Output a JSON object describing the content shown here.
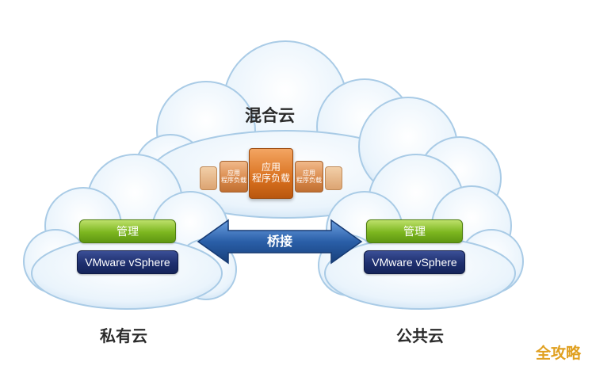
{
  "hybrid_cloud": {
    "label": "混合云",
    "app_workload_line1": "应用",
    "app_workload_line2": "程序负载",
    "side_app_line1": "应用",
    "side_app_line2": "程序负载"
  },
  "private_cloud": {
    "label": "私有云",
    "management": "管理",
    "platform": "VMware vSphere"
  },
  "public_cloud": {
    "label": "公共云",
    "management": "管理",
    "platform": "VMware vSphere"
  },
  "bridge": {
    "label": "桥接"
  },
  "watermark": {
    "text": "全攻略"
  },
  "colors": {
    "cloud_fill": "#eaf4fc",
    "cloud_edge": "#a9cbe6",
    "management_green": "#7cb61f",
    "platform_navy": "#1e2f6e",
    "bridge_blue": "#2a5fa8",
    "workload_orange": "#d9711f"
  }
}
